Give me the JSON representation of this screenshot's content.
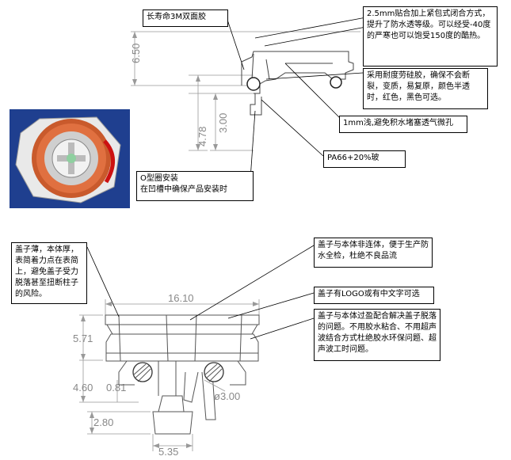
{
  "top": {
    "label_tape": "长寿命3M双面胶",
    "label_seal": "2.5mm贴合加上紧包式闭合方式，提升了防水透等级。可以经受-40度的严寒也可以饱受150度的酷热。",
    "label_silicone": "采用耐度劳硅胶，确保不会断裂，变质，易复原，颜色半透时，红色，黑色可选。",
    "label_shallow": "1mm浅,避免积水堵塞透气微孔",
    "label_material": "PA66+20%玻",
    "label_oring": "O型圈安装\n在凹槽中确保产品安装时",
    "dims": {
      "d_650": "6.50",
      "d_478": "4.78",
      "d_300": "3.00"
    }
  },
  "bottom": {
    "label_cap_thin": "盖子薄，本体厚，表简着力点在表简上，避免盖子受力脱落甚至扭断柱子的风险。",
    "label_separate": "盖子与本体非连体，便于生产防水全检，杜绝不良品流",
    "label_logo": "盖子有LOGO或有中文字可选",
    "label_interference": "盖子与本体过盈配合解决盖子脱落的问题。不用胶水粘合、不用超声波结合方式杜绝胶水环保问题、超声波工时问题。",
    "dims": {
      "d_1610": "16.10",
      "d_571": "5.71",
      "d_460": "4.60",
      "d_081": "0.81",
      "d_300": "ø3.00",
      "d_280": "2.80",
      "d_535": "5.35"
    }
  }
}
